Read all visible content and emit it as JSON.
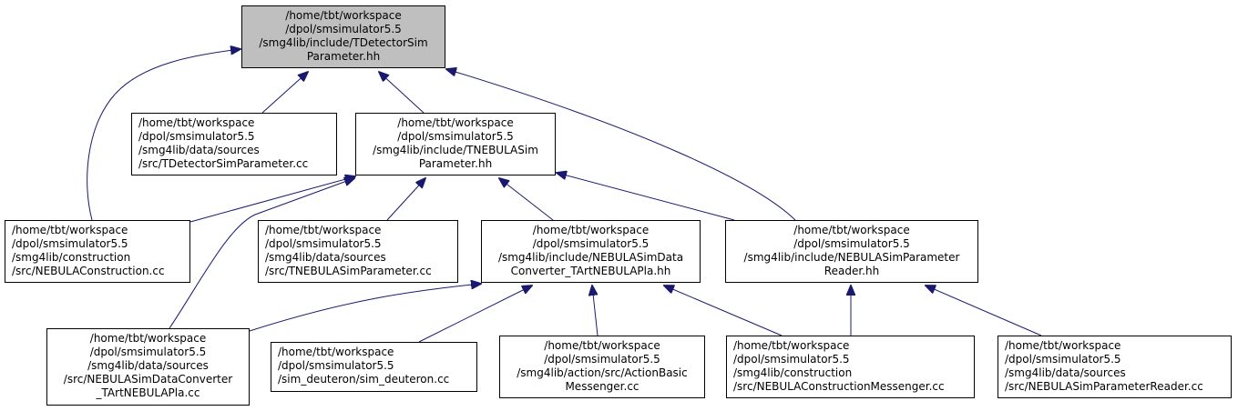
{
  "colors": {
    "edge": "#191970",
    "root_fill": "#bfbfbf",
    "node_fill": "#ffffff",
    "border": "#000000"
  },
  "nodes": [
    {
      "id": "root",
      "lines": [
        "/home/tbt/workspace",
        "/dpol/smsimulator5.5",
        "/smg4lib/include/TDetectorSim",
        "Parameter.hh"
      ]
    },
    {
      "id": "tdetector-cc",
      "lines": [
        "/home/tbt/workspace",
        "/dpol/smsimulator5.5",
        "/smg4lib/data/sources",
        "/src/TDetectorSimParameter.cc"
      ]
    },
    {
      "id": "tnebula-hh",
      "lines": [
        "/home/tbt/workspace",
        "/dpol/smsimulator5.5",
        "/smg4lib/include/TNEBULASim",
        "Parameter.hh"
      ]
    },
    {
      "id": "nebula-construction-cc",
      "lines": [
        "/home/tbt/workspace",
        "/dpol/smsimulator5.5",
        "/smg4lib/construction",
        "/src/NEBULAConstruction.cc"
      ]
    },
    {
      "id": "tnebula-cc",
      "lines": [
        "/home/tbt/workspace",
        "/dpol/smsimulator5.5",
        "/smg4lib/data/sources",
        "/src/TNEBULASimParameter.cc"
      ]
    },
    {
      "id": "converter-hh",
      "lines": [
        "/home/tbt/workspace",
        "/dpol/smsimulator5.5",
        "/smg4lib/include/NEBULASimData",
        "Converter_TArtNEBULAPla.hh"
      ]
    },
    {
      "id": "reader-hh",
      "lines": [
        "/home/tbt/workspace",
        "/dpol/smsimulator5.5",
        "/smg4lib/include/NEBULASimParameter",
        "Reader.hh"
      ]
    },
    {
      "id": "converter-cc",
      "lines": [
        "/home/tbt/workspace",
        "/dpol/smsimulator5.5",
        "/smg4lib/data/sources",
        "/src/NEBULASimDataConverter",
        "_TArtNEBULAPla.cc"
      ]
    },
    {
      "id": "sim-deuteron-cc",
      "lines": [
        "/home/tbt/workspace",
        "/dpol/smsimulator5.5",
        "/sim_deuteron/sim_deuteron.cc"
      ]
    },
    {
      "id": "action-basic-messenger-cc",
      "lines": [
        "/home/tbt/workspace",
        "/dpol/smsimulator5.5",
        "/smg4lib/action/src/ActionBasic",
        "Messenger.cc"
      ]
    },
    {
      "id": "construction-messenger-cc",
      "lines": [
        "/home/tbt/workspace",
        "/dpol/smsimulator5.5",
        "/smg4lib/construction",
        "/src/NEBULAConstructionMessenger.cc"
      ]
    },
    {
      "id": "reader-cc",
      "lines": [
        "/home/tbt/workspace",
        "/dpol/smsimulator5.5",
        "/smg4lib/data/sources",
        "/src/NEBULASimParameterReader.cc"
      ]
    }
  ],
  "edges": [
    {
      "from": "nebula-construction-cc",
      "to": "root"
    },
    {
      "from": "tdetector-cc",
      "to": "root"
    },
    {
      "from": "tnebula-hh",
      "to": "root"
    },
    {
      "from": "reader-hh",
      "to": "root"
    },
    {
      "from": "nebula-construction-cc",
      "to": "tnebula-hh"
    },
    {
      "from": "converter-cc",
      "to": "tnebula-hh"
    },
    {
      "from": "tnebula-cc",
      "to": "tnebula-hh"
    },
    {
      "from": "converter-hh",
      "to": "tnebula-hh"
    },
    {
      "from": "reader-hh",
      "to": "tnebula-hh"
    },
    {
      "from": "converter-cc",
      "to": "converter-hh"
    },
    {
      "from": "sim-deuteron-cc",
      "to": "converter-hh"
    },
    {
      "from": "action-basic-messenger-cc",
      "to": "converter-hh"
    },
    {
      "from": "construction-messenger-cc",
      "to": "converter-hh"
    },
    {
      "from": "construction-messenger-cc",
      "to": "reader-hh"
    },
    {
      "from": "reader-cc",
      "to": "reader-hh"
    }
  ]
}
